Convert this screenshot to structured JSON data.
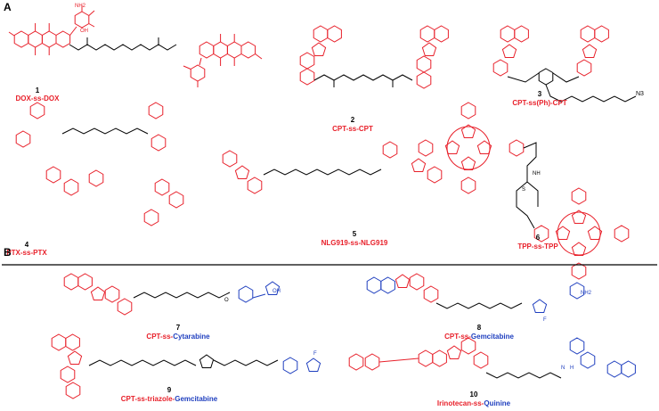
{
  "panels": {
    "a": {
      "letter": "A"
    },
    "b": {
      "letter": "B"
    }
  },
  "colors": {
    "drug_red": "#e8202a",
    "drug_blue": "#1f3fbf",
    "linker_black": "#000000"
  },
  "compounds": [
    {
      "number": "1",
      "left": "DOX",
      "linker": "-ss-",
      "right": "DOX",
      "left_color": "red",
      "right_color": "red"
    },
    {
      "number": "2",
      "left": "CPT",
      "linker": "-ss-",
      "right": "CPT",
      "left_color": "red",
      "right_color": "red"
    },
    {
      "number": "3",
      "left": "CPT",
      "linker": "-ss(Ph)-",
      "right": "CPT",
      "left_color": "red",
      "right_color": "red"
    },
    {
      "number": "4",
      "left": "PTX",
      "linker": "-ss-",
      "right": "PTX",
      "left_color": "red",
      "right_color": "red"
    },
    {
      "number": "5",
      "left": "NLG919",
      "linker": "-ss-",
      "right": "NLG919",
      "left_color": "red",
      "right_color": "red"
    },
    {
      "number": "6",
      "left": "TPP",
      "linker": "-ss-",
      "right": "TPP",
      "left_color": "red",
      "right_color": "red"
    },
    {
      "number": "7",
      "left": "CPT",
      "linker": "-ss-",
      "right": "Cytarabine",
      "left_color": "red",
      "right_color": "blue"
    },
    {
      "number": "8",
      "left": "CPT",
      "linker": "-ss-",
      "right": "Gemcitabine",
      "left_color": "red",
      "right_color": "blue"
    },
    {
      "number": "9",
      "left": "CPT",
      "linker": "-ss-triazole-",
      "right": "Gemcitabine",
      "left_color": "red",
      "right_color": "blue"
    },
    {
      "number": "10",
      "left": "Irinotecan",
      "linker": "-ss-",
      "right": "Quinine",
      "left_color": "red",
      "right_color": "blue"
    }
  ],
  "atoms": {
    "amine": "NH",
    "amine2": "NH2",
    "azide": "N3",
    "fluoro": "F",
    "hydroxyl": "OH",
    "oxygen": "O",
    "nitrogen": "N",
    "hydride": "H",
    "sulfur": "S"
  }
}
